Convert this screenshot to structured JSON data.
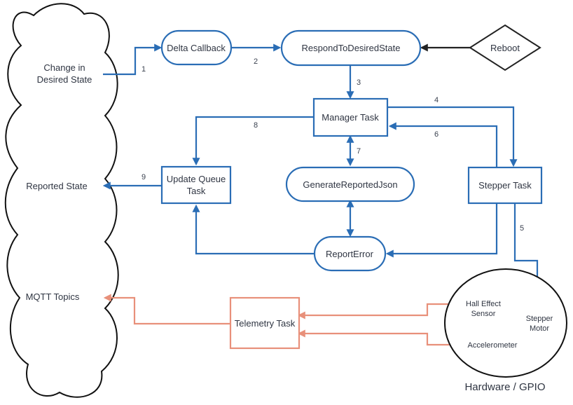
{
  "cloud": {
    "change_line1": "Change in",
    "change_line2": "Desired State",
    "reported": "Reported State",
    "mqtt": "MQTT Topics"
  },
  "nodes": {
    "delta_callback": "Delta Callback",
    "respond": "RespondToDesiredState",
    "reboot": "Reboot",
    "manager": "Manager Task",
    "update_queue_line1": "Update Queue",
    "update_queue_line2": "Task",
    "generate_json": "GenerateReportedJson",
    "stepper_task": "Stepper Task",
    "report_error": "ReportError",
    "telemetry": "Telemetry Task"
  },
  "hardware": {
    "caption": "Hardware / GPIO",
    "hall_line1": "Hall Effect",
    "hall_line2": "Sensor",
    "stepper_line1": "Stepper",
    "stepper_line2": "Motor",
    "accel": "Accelerometer"
  },
  "edges": {
    "e1": "1",
    "e2": "2",
    "e3": "3",
    "e4": "4",
    "e5": "5",
    "e6": "6",
    "e7": "7",
    "e8": "8",
    "e9": "9"
  },
  "colors": {
    "flow": "#2a6db5",
    "telemetry": "#e8907a",
    "reboot_arrow": "#222222"
  }
}
